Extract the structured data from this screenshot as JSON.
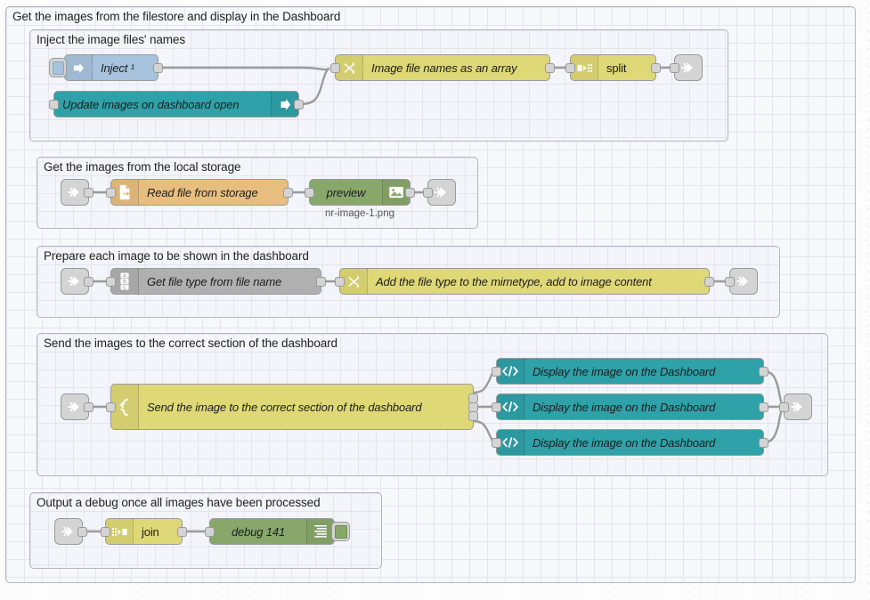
{
  "editor": {
    "name": "node-red-flow-canvas",
    "grid_color": "#e4e4ef",
    "group_border_color": "#b5b5c4",
    "wire_color": "#9b9b9b"
  },
  "groups": [
    {
      "id": "outer",
      "label": "Get the images from the filestore and display in the Dashboard"
    },
    {
      "id": "inject",
      "label": "Inject the image files' names"
    },
    {
      "id": "storage",
      "label": "Get the images from the local storage"
    },
    {
      "id": "prepare",
      "label": "Prepare each image to be shown in the dashboard"
    },
    {
      "id": "send",
      "label": "Send the images to the correct section of the dashboard"
    },
    {
      "id": "debug",
      "label": "Output a debug once all images have been processed"
    }
  ],
  "nodes": {
    "inject_1": {
      "label": "Inject ¹",
      "type": "inject",
      "color": "#a7c3dd",
      "icon": "inject-arrow-icon"
    },
    "update_images": {
      "label": "Update images on dashboard open",
      "type": "ui-event",
      "color": "#2fa1a8",
      "icon": "arrow-right-icon"
    },
    "image_array": {
      "label": "Image file names as an array",
      "type": "change",
      "color": "#dfd877",
      "icon": "change-swap-icon"
    },
    "split": {
      "label": "split",
      "type": "split",
      "color": "#dfd877",
      "icon": "split-icon"
    },
    "read_file": {
      "label": "Read file from storage",
      "type": "file-in",
      "color": "#e8be7f",
      "icon": "file-icon"
    },
    "preview": {
      "label": "preview",
      "type": "image-preview",
      "color": "#88a86b",
      "icon": "image-icon",
      "status": "nr-image-1.png"
    },
    "get_file_type": {
      "label": "Get file type from file name",
      "type": "template",
      "color": "#b0b0b0",
      "icon": "abc-icon"
    },
    "add_mimetype": {
      "label": "Add the file type to the mimetype, add to image content",
      "type": "change",
      "color": "#dfd877",
      "icon": "change-swap-icon"
    },
    "switch": {
      "label": "Send the image to the correct section of the dashboard",
      "type": "switch",
      "color": "#dfd877",
      "icon": "switch-icon"
    },
    "display_1": {
      "label": "Display the image on the Dashboard",
      "type": "ui-template",
      "color": "#2fa1a8",
      "icon": "code-tag-icon"
    },
    "display_2": {
      "label": "Display the image on the Dashboard",
      "type": "ui-template",
      "color": "#2fa1a8",
      "icon": "code-tag-icon"
    },
    "display_3": {
      "label": "Display the image on the Dashboard",
      "type": "ui-template",
      "color": "#2fa1a8",
      "icon": "code-tag-icon"
    },
    "join": {
      "label": "join",
      "type": "join",
      "color": "#dfd877",
      "icon": "join-icon"
    },
    "debug_141": {
      "label": "debug 141",
      "type": "debug",
      "color": "#88a86b",
      "icon": "debug-lines-icon"
    }
  },
  "link_nodes": {
    "link_out_1": {
      "icon": "link-out-icon"
    },
    "link_in_2": {
      "icon": "link-in-icon"
    },
    "link_out_2": {
      "icon": "link-out-icon"
    },
    "link_in_3": {
      "icon": "link-in-icon"
    },
    "link_out_3": {
      "icon": "link-out-icon"
    },
    "link_in_4": {
      "icon": "link-in-icon"
    },
    "link_out_4": {
      "icon": "link-out-icon"
    },
    "link_in_5": {
      "icon": "link-in-icon"
    }
  }
}
